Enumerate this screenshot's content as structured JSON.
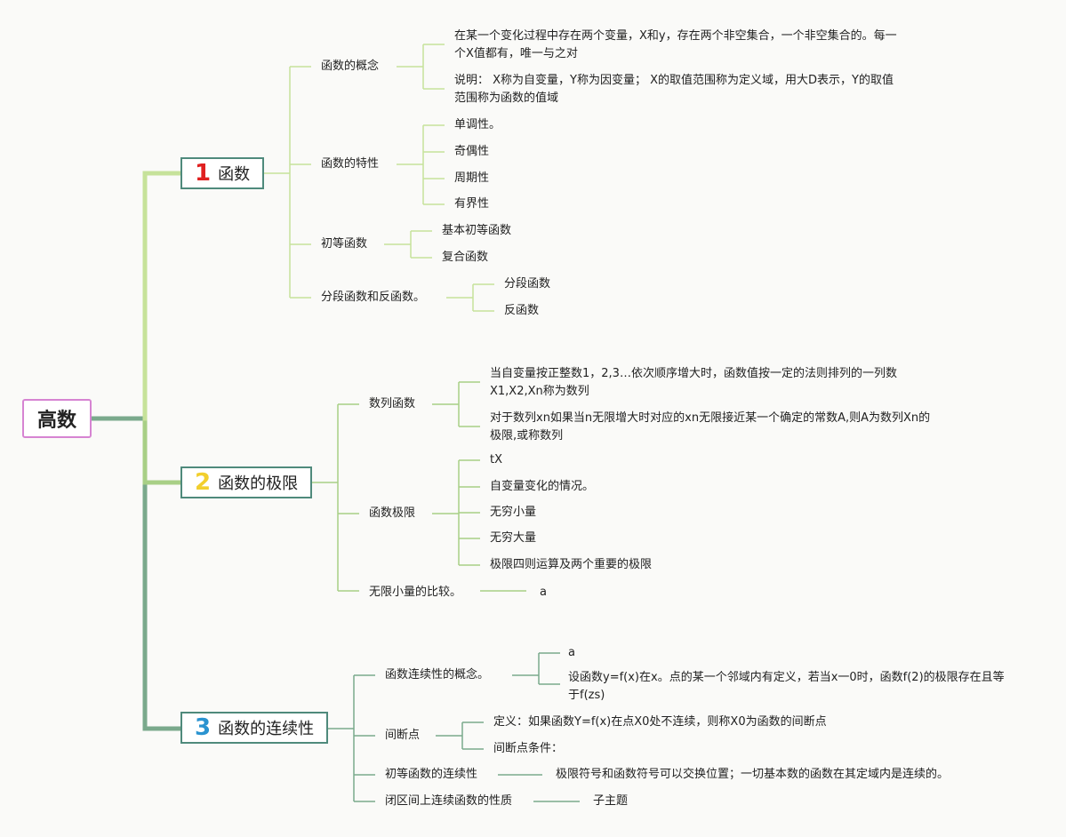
{
  "root": "高数",
  "colors": {
    "trunk": "#7aa98c",
    "branch1": "#c6e29a",
    "branch2": "#a8cf86",
    "branch3": "#7aa98c",
    "num1": "#e02020",
    "num2": "#f2cf2e",
    "num3": "#2a93d0"
  },
  "b1": {
    "num": "1",
    "title": "函数",
    "c1": {
      "label": "函数的概念",
      "l1": "在某一个变化过程中存在两个变量，X和y，存在两个非空集合，一个非空集合的。每一个X值都有，唯一与之对",
      "l2": "说明： X称为自变量，Y称为因变量； X的取值范围称为定义域，用大D表示，Y的取值范围称为函数的值域"
    },
    "c2": {
      "label": "函数的特性",
      "items": [
        "单调性。",
        "奇偶性",
        "周期性",
        "有界性"
      ]
    },
    "c3": {
      "label": "初等函数",
      "items": [
        "基本初等函数",
        "复合函数"
      ]
    },
    "c4": {
      "label": "分段函数和反函数。",
      "items": [
        "分段函数",
        "反函数"
      ]
    }
  },
  "b2": {
    "num": "2",
    "title": "函数的极限",
    "c1": {
      "label": "数列函数",
      "l1": "当自变量按正整数1，2,3…依次顺序增大时，函数值按一定的法则排列的一列数X1,X2,Xn称为数列",
      "l2": "对于数列xn如果当n无限增大时对应的xn无限接近某一个确定的常数A,则A为数列Xn的极限,或称数列"
    },
    "c2": {
      "label": "函数极限",
      "items": [
        "tX",
        "自变量变化的情况。",
        "无穷小量",
        "无穷大量",
        "极限四则运算及两个重要的极限"
      ]
    },
    "c3": {
      "label": "无限小量的比较。",
      "item": "a"
    }
  },
  "b3": {
    "num": "3",
    "title": "函数的连续性",
    "c1": {
      "label": "函数连续性的概念。",
      "l1": "a",
      "l2": "设函数y=f(x)在x。点的某一个邻域内有定义，若当x一0时，函数f(2)的极限存在且等于f(zs)"
    },
    "c2": {
      "label": "间断点",
      "items": [
        "定义：如果函数Y=f(x)在点X0处不连续，则称X0为函数的间断点",
        "间断点条件："
      ]
    },
    "c3": {
      "label": "初等函数的连续性",
      "item": "极限符号和函数符号可以交换位置；一切基本数的函数在其定域内是连续的。"
    },
    "c4": {
      "label": "闭区间上连续函数的性质",
      "item": "子主题"
    }
  }
}
